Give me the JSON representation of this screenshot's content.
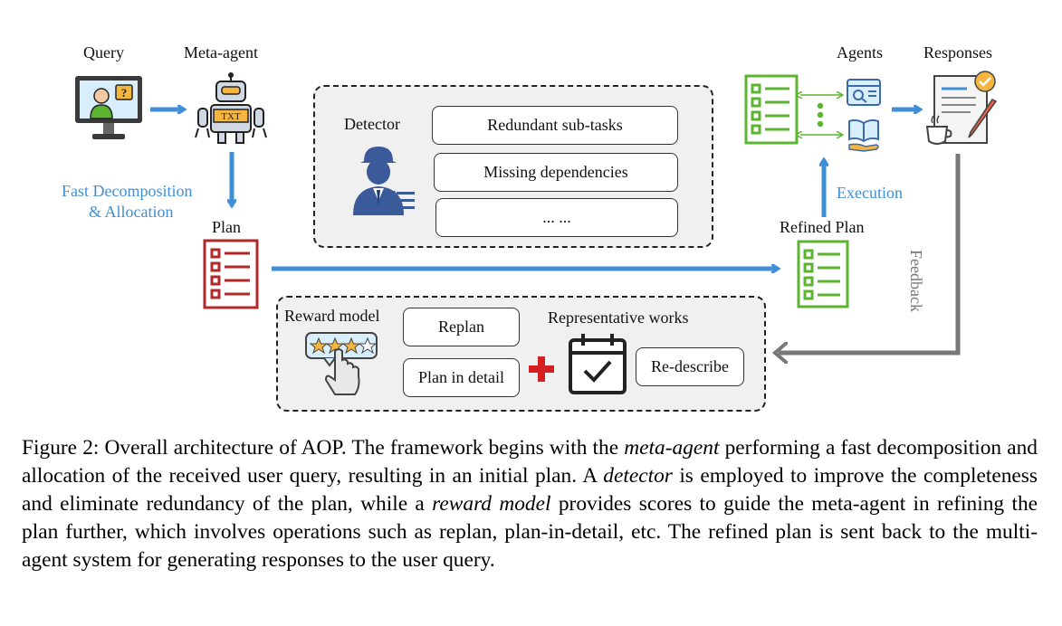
{
  "labels": {
    "query": "Query",
    "meta_agent": "Meta-agent",
    "fast_decomp_1": "Fast Decomposition",
    "fast_decomp_2": "& Allocation",
    "plan": "Plan",
    "detector": "Detector",
    "agents": "Agents",
    "responses": "Responses",
    "execution": "Execution",
    "refined_plan": "Refined Plan",
    "feedback": "Feedback",
    "reward_model": "Reward model",
    "representative_works": "Representative works",
    "robot_screen_text": "TXT"
  },
  "detector_items": [
    "Redundant sub-tasks",
    "Missing dependencies",
    "... ..."
  ],
  "reward_items": {
    "replan": "Replan",
    "plan_in_detail": "Plan in detail",
    "re_describe": "Re-describe"
  },
  "caption": {
    "p1": "Figure 2: Overall architecture of AOP. The framework begins with the ",
    "e1": "meta-agent",
    "p2": " performing a fast decomposition and allocation of the received user query, resulting in an initial plan. A ",
    "e2": "detector",
    "p3": " is employed to improve the completeness and eliminate redundancy of the plan, while a ",
    "e3": "reward model",
    "p4": " provides scores to guide the meta-agent in refining the plan further, which involves operations such as replan, plan-in-detail, etc. The refined plan is sent back to the multi-agent system for generating responses to the user query."
  },
  "colors": {
    "arrow_blue": "#3f8fd6",
    "plan_red": "#b02a2a",
    "refined_green": "#5cb531",
    "feedback_gray": "#777777",
    "plus_red": "#d32020"
  },
  "icons": [
    "monitor-user-question-icon",
    "robot-icon",
    "red-checklist-icon",
    "detective-icon",
    "green-checklist-icon",
    "agent-icons",
    "document-check-icon",
    "rating-hand-icon",
    "calendar-check-icon",
    "plus-icon"
  ]
}
